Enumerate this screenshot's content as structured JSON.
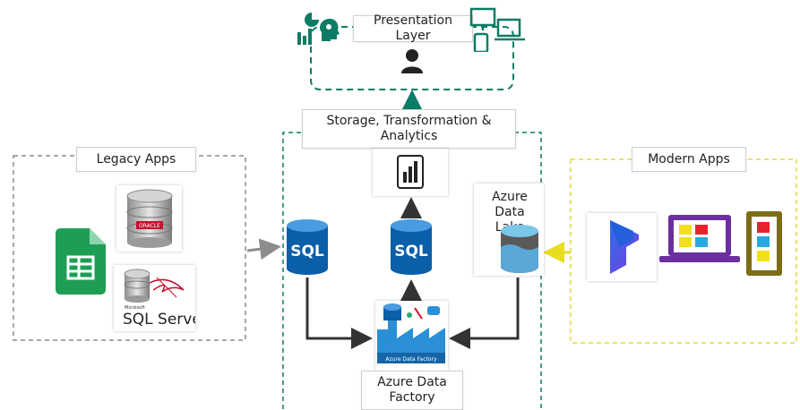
{
  "presentation": {
    "label_line1": "Presentation",
    "label_line2": "Layer"
  },
  "storage": {
    "label_line1": "Storage, Transformation &",
    "label_line2": "Analytics"
  },
  "legacy": {
    "label": "Legacy Apps",
    "oracle_label": "ORACLE",
    "sqlserver_brand": "Microsoft",
    "sqlserver_label": "SQL Server"
  },
  "modern": {
    "label": "Modern Apps"
  },
  "lake": {
    "label_line1": "Azure Data",
    "label_line2": "Lake"
  },
  "adf": {
    "label_line1": "Azure Data",
    "label_line2": "Factory",
    "icon_caption": "Azure Data Factory"
  },
  "sql": {
    "text": "SQL"
  },
  "colors": {
    "teal": "#0d7c66",
    "legacy_border": "#8a8a8a",
    "modern_border": "#e3d93a",
    "arrow_gray": "#8c8c8c",
    "arrow_dark": "#333333",
    "azure_blue": "#0b5ea8",
    "sheets_green": "#1e9e55",
    "purple": "#6b2fa0",
    "olive": "#7b6d14"
  }
}
